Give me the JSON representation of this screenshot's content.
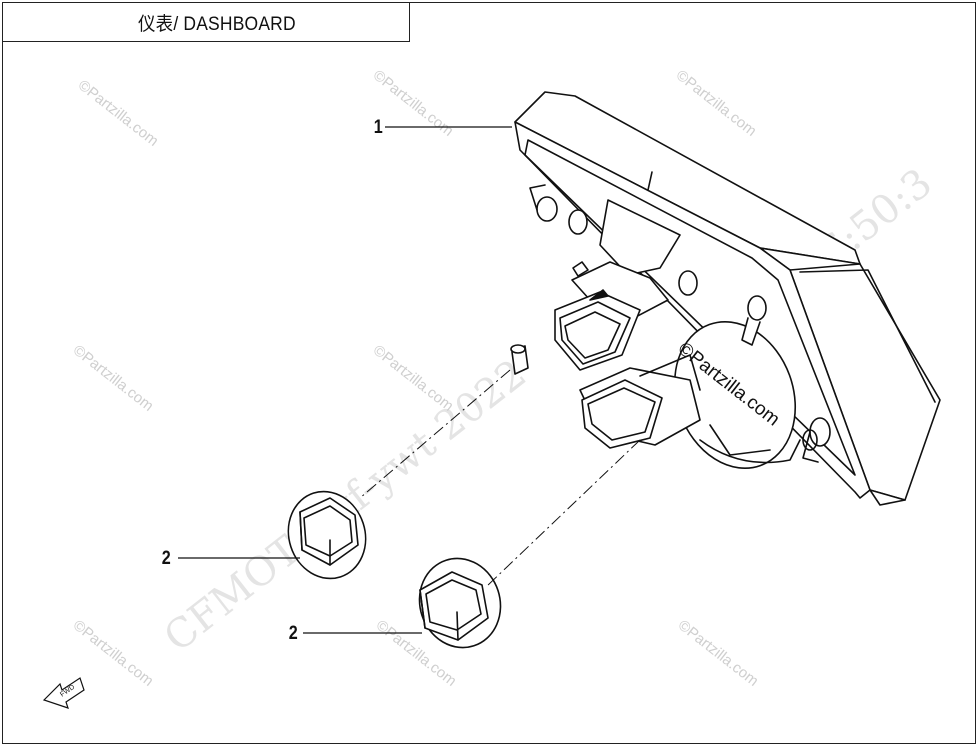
{
  "title": "仪表/ DASHBOARD",
  "callouts": [
    {
      "id": "1",
      "label": "1"
    },
    {
      "id": "2a",
      "label": "2"
    },
    {
      "id": "2b",
      "label": "2"
    }
  ],
  "watermark": {
    "site": "©Partzilla.com",
    "stamp_line_1": "CFMOTO-kf-ywt 2022",
    "stamp_line_2": "16:50:3"
  },
  "fwd_icon": "fwd-arrow-icon"
}
